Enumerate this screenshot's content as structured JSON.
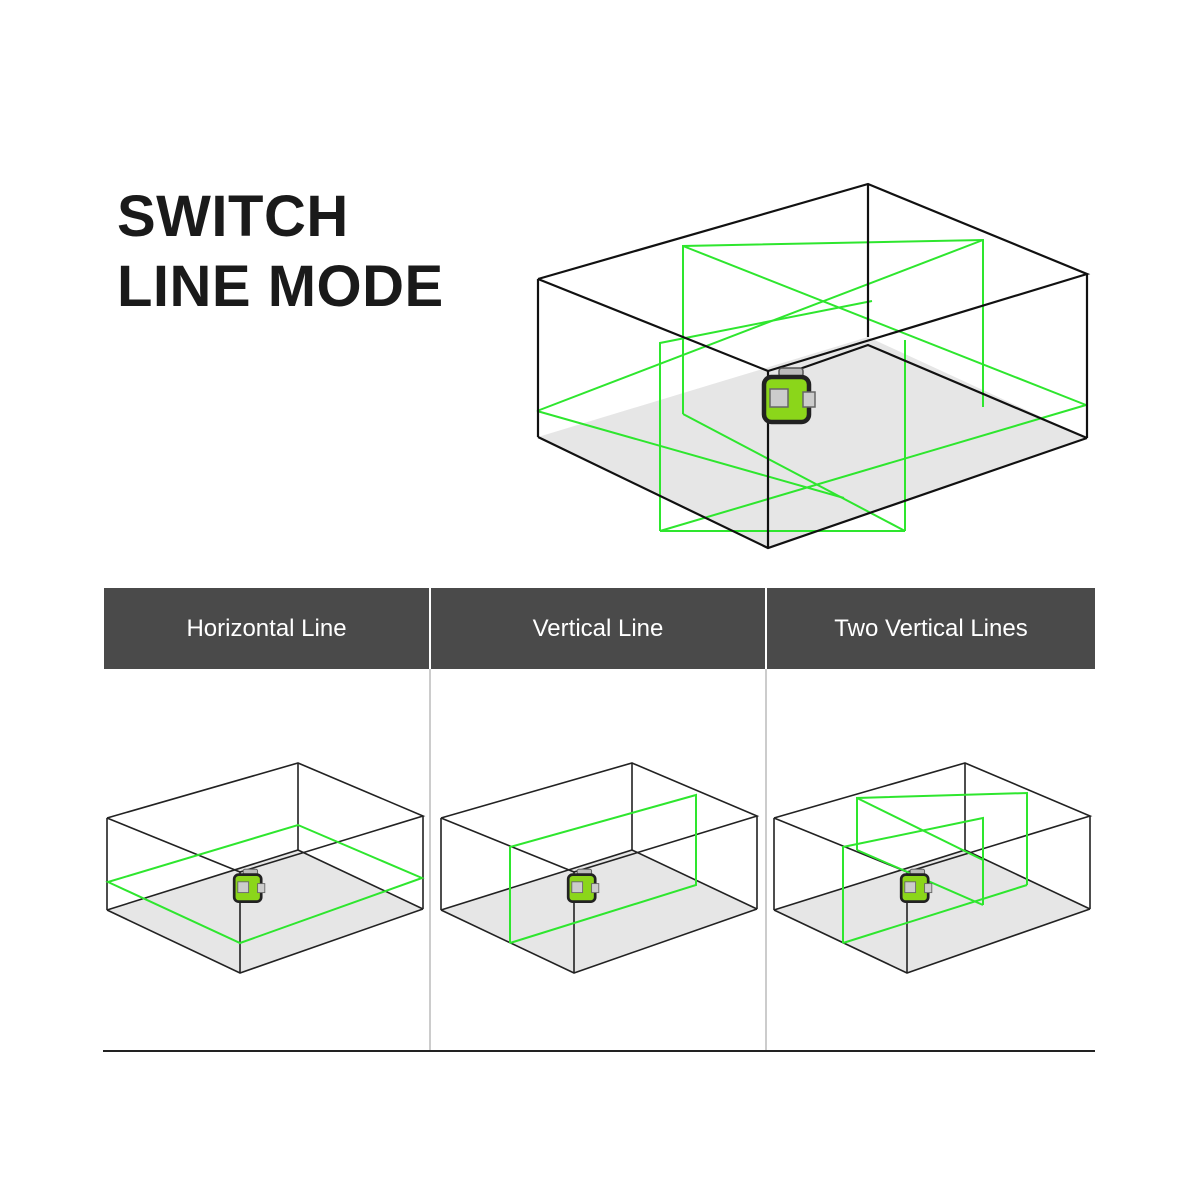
{
  "title": {
    "line1": "SWITCH",
    "line2": "LINE MODE"
  },
  "modes": [
    {
      "label": "Horizontal Line"
    },
    {
      "label": "Vertical Line"
    },
    {
      "label": "Two Vertical Lines"
    }
  ],
  "colors": {
    "laser": "#2ee62e",
    "header_bg": "#4a4a4a",
    "floor": "#e6e6e6",
    "device": "#8bd61a"
  }
}
